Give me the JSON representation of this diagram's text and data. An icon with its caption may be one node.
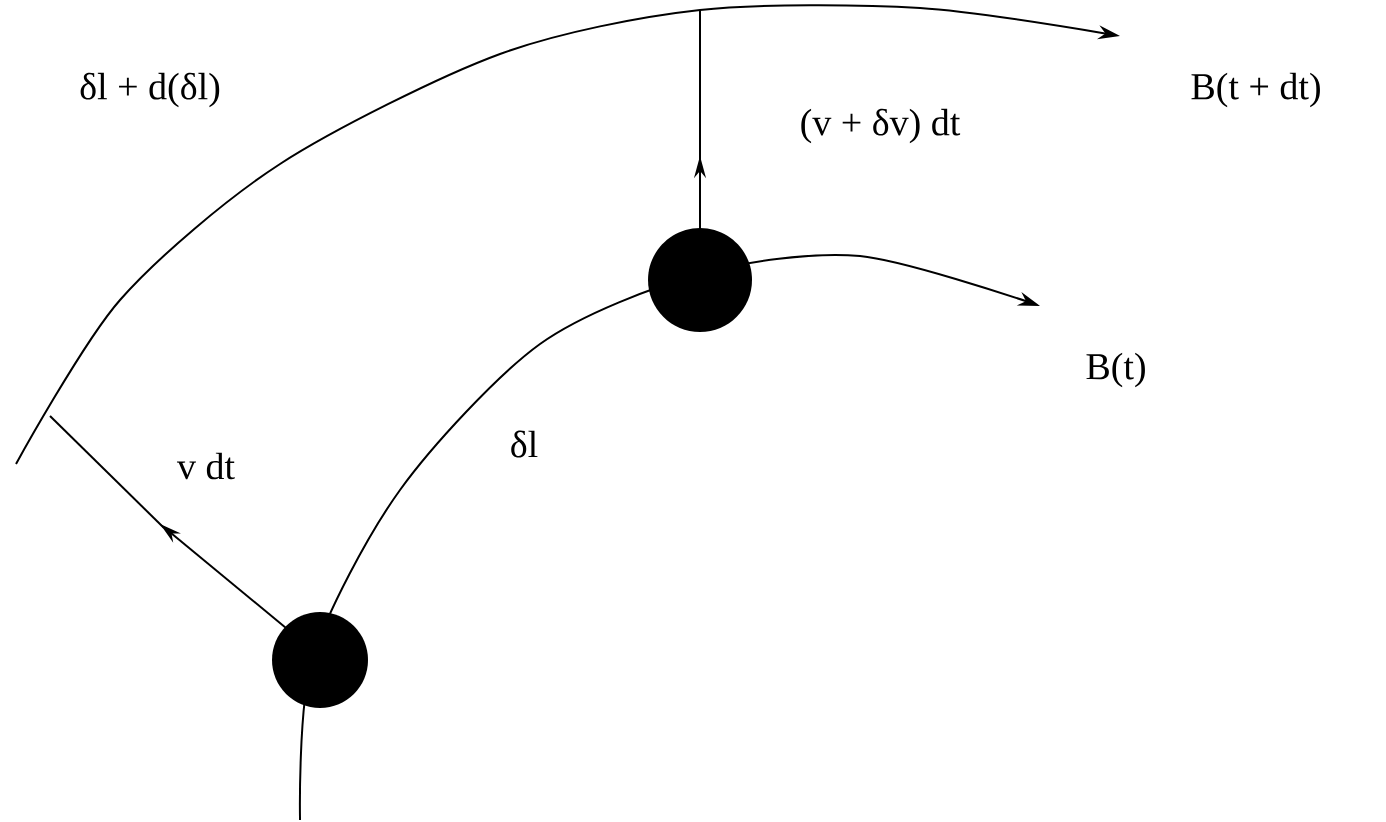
{
  "diagram": {
    "labels": [
      "δl + d(δl)",
      "(v + δv) dt",
      "B(t + dt)",
      "B(t)",
      "v dt",
      "δl"
    ]
  }
}
